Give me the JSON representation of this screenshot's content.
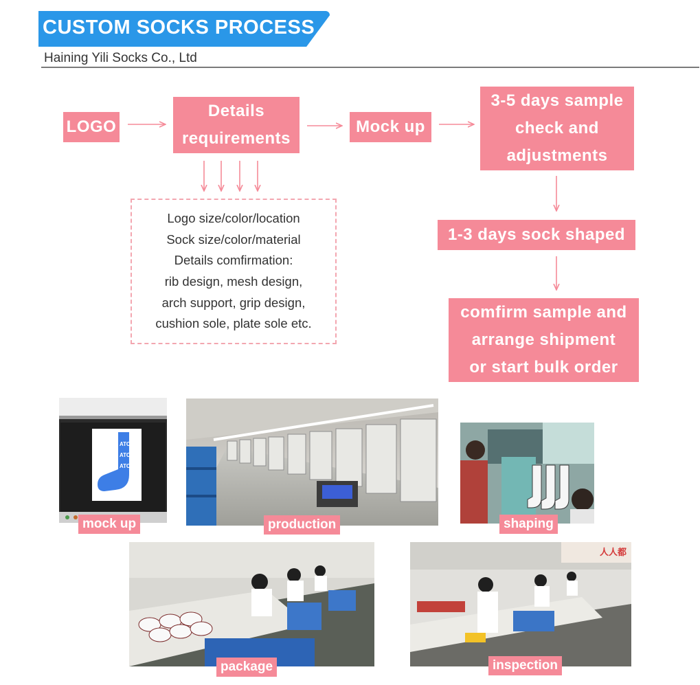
{
  "header": {
    "title": "CUSTOM SOCKS PROCESS",
    "subtitle": "Haining Yili Socks Co., Ltd"
  },
  "flow": {
    "logo": "LOGO",
    "details": "Details\nrequirements",
    "mockup": "Mock up",
    "sample": "3-5 days sample\ncheck and\nadjustments",
    "shaped": "1-3 days sock shaped",
    "confirm": "comfirm sample and\narrange shipment\nor start bulk order"
  },
  "details_list": [
    "Logo size/color/location",
    "Sock size/color/material",
    "Details comfirmation:",
    "rib design, mesh design,",
    "arch support, grip design,",
    "cushion sole, plate sole etc."
  ],
  "photos": {
    "mockup": {
      "caption": "mock up",
      "sock_text": "ATO"
    },
    "production": {
      "caption": "production"
    },
    "shaping": {
      "caption": "shaping"
    },
    "package": {
      "caption": "package"
    },
    "inspection": {
      "caption": "inspection",
      "wall_sign": "人人都"
    }
  },
  "colors": {
    "banner_blue": "#2a97e8",
    "box_pink": "#f58a98",
    "dashed_pink": "#f3a6b0"
  }
}
